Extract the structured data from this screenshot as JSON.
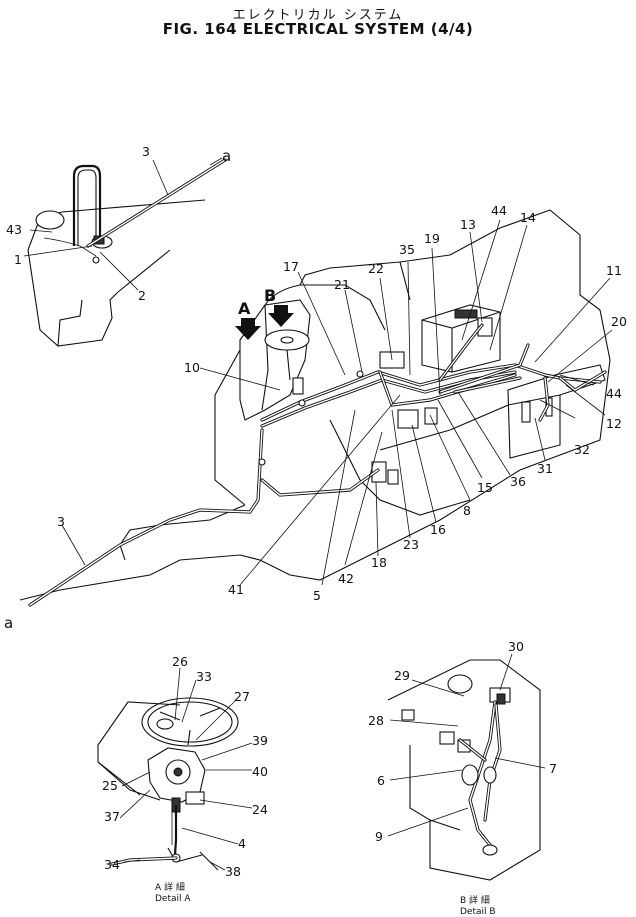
{
  "header": {
    "title_jp": "エレクトリカル システム",
    "title_en": "FIG. 164  ELECTRICAL SYSTEM (4/4)"
  },
  "main_view": {
    "view_arrows": [
      "A",
      "B"
    ],
    "end_markers": [
      "a",
      "a"
    ],
    "callouts": [
      "3",
      "43",
      "1",
      "2",
      "17",
      "21",
      "22",
      "35",
      "19",
      "13",
      "44",
      "14",
      "11",
      "20",
      "10",
      "44",
      "12",
      "32",
      "31",
      "36",
      "15",
      "8",
      "16",
      "23",
      "18",
      "42",
      "5",
      "41",
      "3"
    ]
  },
  "detail_a": {
    "caption_jp": "A 詳 細",
    "caption_en": "Detail A",
    "callouts": [
      "26",
      "33",
      "27",
      "39",
      "40",
      "25",
      "24",
      "37",
      "4",
      "34",
      "38"
    ]
  },
  "detail_b": {
    "caption_jp": "B 詳 細",
    "caption_en": "Detail B",
    "callouts": [
      "30",
      "29",
      "28",
      "7",
      "6",
      "9"
    ]
  }
}
